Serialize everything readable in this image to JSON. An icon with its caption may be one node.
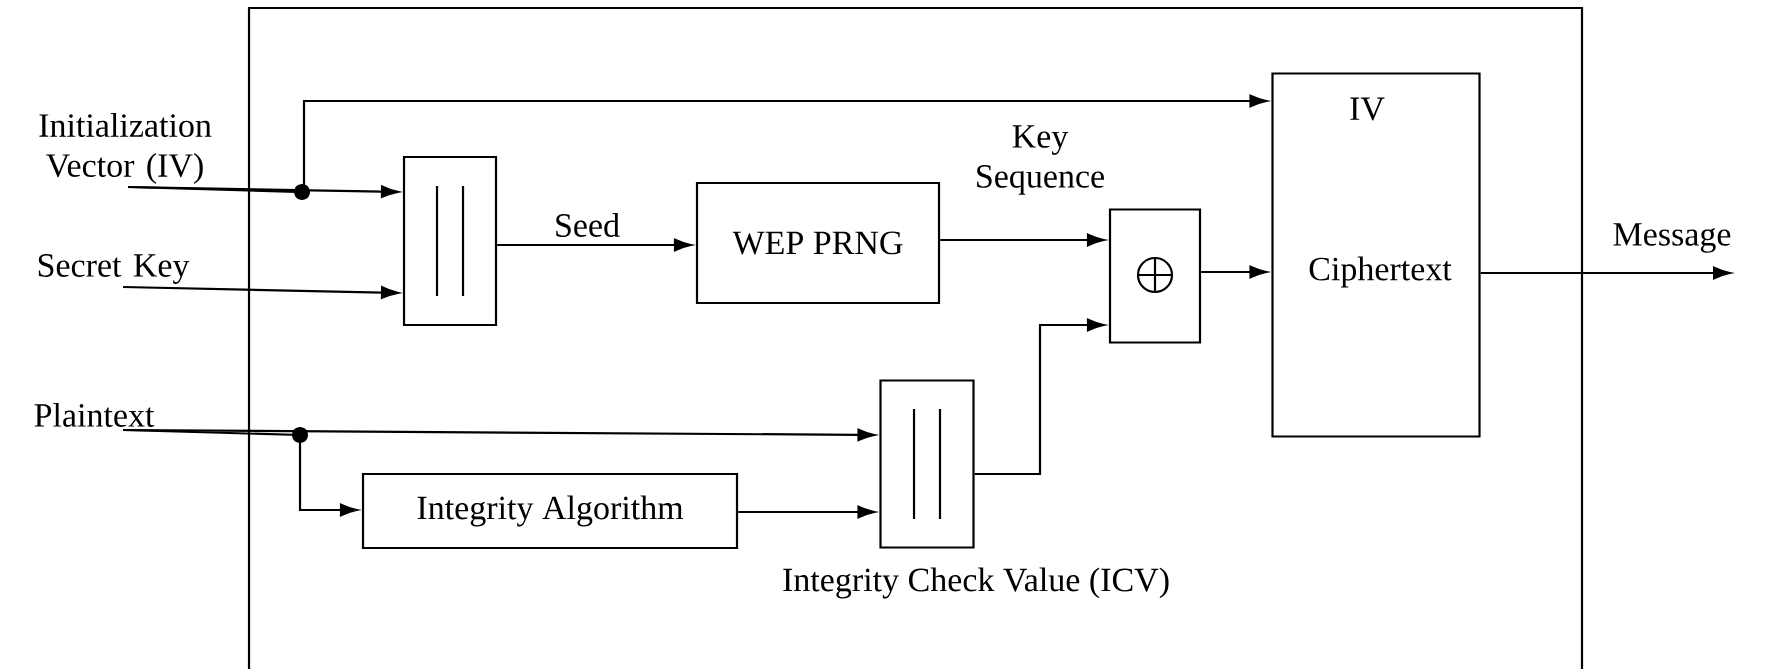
{
  "diagram": {
    "nodes": [
      {
        "text": [
          "Initialization Vector (IV)"
        ]
      },
      {
        "text": [
          "Secret Key"
        ]
      },
      {
        "text": [
          "Plaintext"
        ]
      },
      {
        "text": [],
        "shape": "box"
      },
      {
        "text": [
          "WEP PRNG"
        ]
      },
      {
        "text": [],
        "shape": "box"
      },
      {
        "text": [
          "IV",
          "Ciphertext"
        ]
      },
      {
        "text": [
          "Integrity Algorithm"
        ]
      },
      {
        "text": [],
        "shape": "box"
      }
    ],
    "edges": [
      {
        "from": 0,
        "to": 3,
        "arrow": "to"
      },
      {
        "from": 0,
        "to": 6,
        "arrow": "to"
      },
      {
        "from": 1,
        "to": 3,
        "arrow": "to"
      },
      {
        "from": 3,
        "to": 4,
        "arrow": "to",
        "label": "Seed"
      },
      {
        "from": 4,
        "to": 5,
        "arrow": "to",
        "label": "Key Sequence"
      },
      {
        "from": 5,
        "to": 6,
        "arrow": "to"
      },
      {
        "from": 2,
        "to": 8,
        "arrow": "to"
      },
      {
        "from": 2,
        "to": 7,
        "arrow": "to"
      },
      {
        "from": 7,
        "to": 8,
        "arrow": "to"
      },
      {
        "from": 8,
        "to": 5,
        "arrow": "to"
      },
      {
        "from": 6,
        "to": null,
        "arrow": "to",
        "label": "Message"
      }
    ],
    "labels": [
      "Integrity Check Value (ICV)"
    ]
  }
}
